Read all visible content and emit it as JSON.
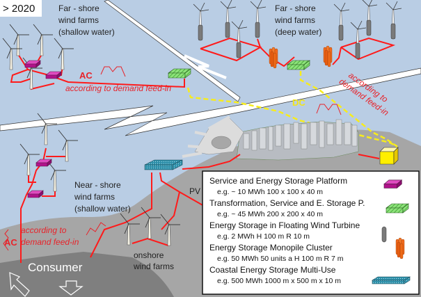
{
  "year_badge": "> 2020",
  "labels": {
    "far_shore_shallow": [
      "Far - shore",
      "wind farms",
      "(shallow water)"
    ],
    "far_shore_deep": [
      "Far - shore",
      "wind farms",
      "(deep water)"
    ],
    "near_shore": [
      "Near - shore",
      "wind farms",
      "(shallow water)"
    ],
    "onshore": [
      "onshore",
      "wind farms"
    ],
    "consumer": "Consumer",
    "pv": "PV",
    "ac_top": "AC",
    "ac_left": "AC",
    "dc": "DC",
    "feed_in_top": "according to demand feed-in",
    "feed_in_right": [
      "according to",
      "demand feed-in"
    ],
    "feed_in_left": [
      "according to",
      "demand feed-in"
    ]
  },
  "legend": [
    {
      "title": "Service and Energy Storage Platform",
      "detail": "e.g.  ~ 10 MWh 100 x 100 x 40 m",
      "icon": "magenta-platform-icon",
      "color": "#c0188f"
    },
    {
      "title": "Transformation, Service and E. Storage P.",
      "detail": "e.g. ~ 45 MWh 200 x 200 x 40 m",
      "icon": "green-hatched-platform-icon",
      "color": "#7fdc6a"
    },
    {
      "title": "Energy Storage in Floating Wind Turbine",
      "detail": "e.g.  2 MWh H 100 m R 10 m",
      "icon": "grey-cylinder-icon",
      "color": "#808080"
    },
    {
      "title": "Energy Storage Monopile Cluster",
      "detail": "e.g.  50 MWh 50 units a H 100 m R 7 m",
      "icon": "orange-monopile-cluster-icon",
      "color": "#f26b1d"
    },
    {
      "title": "Coastal Energy Storage Multi-Use",
      "detail": "e.g.  500 MWh  1000 m x 500 m x 10 m",
      "icon": "teal-dotted-platform-icon",
      "color": "#2a8ca8"
    }
  ],
  "colors": {
    "sea": "#b9cde4",
    "land": "#a6a6a6",
    "land_dark": "#7f7f7f",
    "ac_line": "#ff1a1a",
    "dc_line": "#f7ec1c"
  }
}
